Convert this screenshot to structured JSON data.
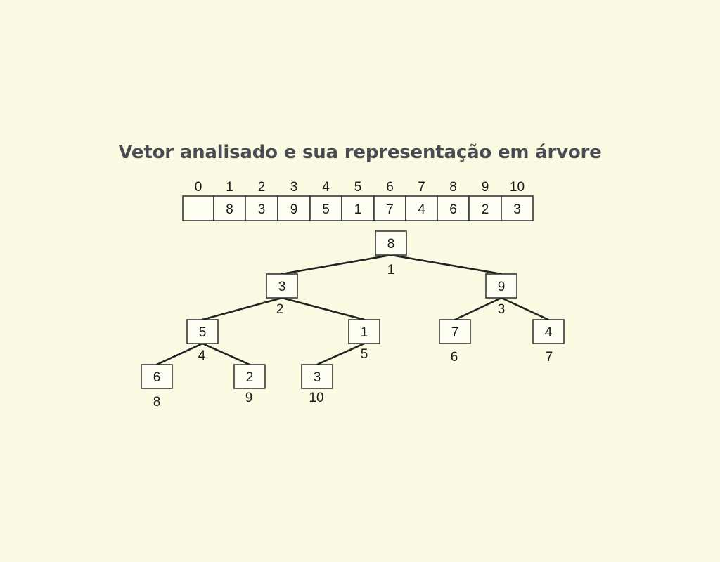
{
  "title": "Vetor analisado e sua representação em árvore",
  "array": {
    "indices": [
      "0",
      "1",
      "2",
      "3",
      "4",
      "5",
      "6",
      "7",
      "8",
      "9",
      "10"
    ],
    "values": [
      "",
      "8",
      "3",
      "9",
      "5",
      "1",
      "7",
      "4",
      "6",
      "2",
      "3"
    ]
  },
  "tree": {
    "nodes": [
      {
        "value": "8",
        "index": "1"
      },
      {
        "value": "3",
        "index": "2"
      },
      {
        "value": "9",
        "index": "3"
      },
      {
        "value": "5",
        "index": "4"
      },
      {
        "value": "1",
        "index": "5"
      },
      {
        "value": "7",
        "index": "6"
      },
      {
        "value": "4",
        "index": "7"
      },
      {
        "value": "6",
        "index": "8"
      },
      {
        "value": "2",
        "index": "9"
      },
      {
        "value": "3",
        "index": "10"
      }
    ]
  }
}
